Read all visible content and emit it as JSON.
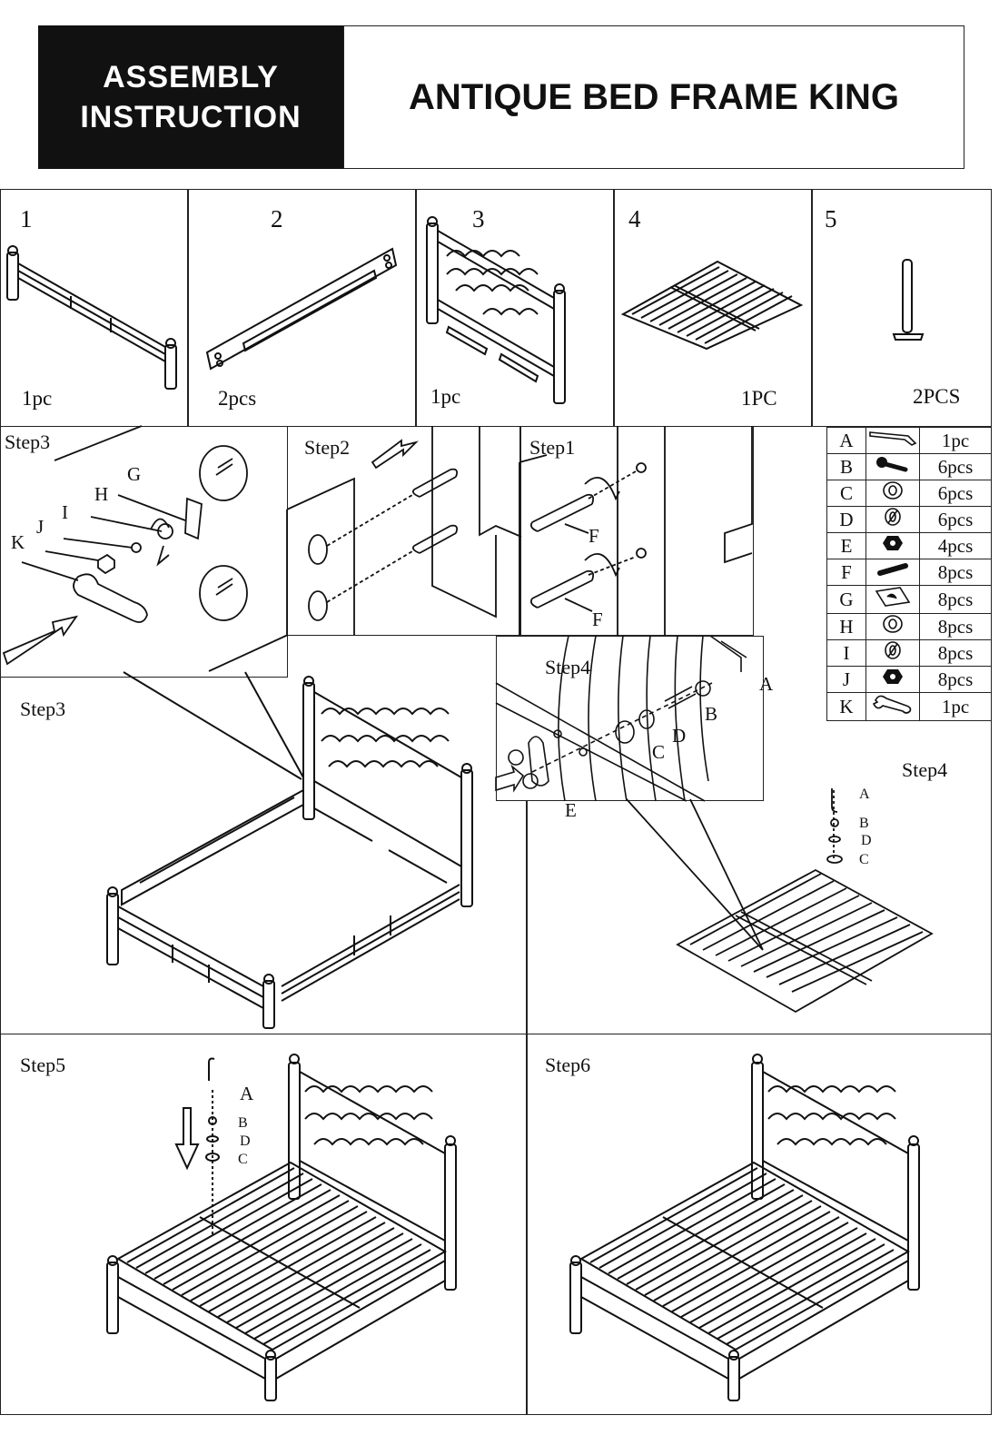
{
  "header": {
    "badge_line1": "ASSEMBLY",
    "badge_line2": "INSTRUCTION",
    "title": "ANTIQUE BED FRAME KING"
  },
  "components": [
    {
      "number": "1",
      "qty": "1pc"
    },
    {
      "number": "2",
      "qty": "2pcs"
    },
    {
      "number": "3",
      "qty": "1pc"
    },
    {
      "number": "4",
      "qty": "1PC"
    },
    {
      "number": "5",
      "qty": "2PCS"
    }
  ],
  "hardware": [
    {
      "letter": "A",
      "qty": "1pc",
      "icon": "allen-key-icon"
    },
    {
      "letter": "B",
      "qty": "6pcs",
      "icon": "bolt-icon"
    },
    {
      "letter": "C",
      "qty": "6pcs",
      "icon": "flat-washer-icon"
    },
    {
      "letter": "D",
      "qty": "6pcs",
      "icon": "spring-washer-icon"
    },
    {
      "letter": "E",
      "qty": "4pcs",
      "icon": "nut-icon"
    },
    {
      "letter": "F",
      "qty": "8pcs",
      "icon": "threaded-rod-icon"
    },
    {
      "letter": "G",
      "qty": "8pcs",
      "icon": "bracket-icon"
    },
    {
      "letter": "H",
      "qty": "8pcs",
      "icon": "flat-washer-icon"
    },
    {
      "letter": "I",
      "qty": "8pcs",
      "icon": "spring-washer-icon"
    },
    {
      "letter": "J",
      "qty": "8pcs",
      "icon": "nut-icon"
    },
    {
      "letter": "K",
      "qty": "1pc",
      "icon": "wrench-icon"
    }
  ],
  "steps": {
    "step1": "Step1",
    "step2": "Step2",
    "step3_detail": "Step3",
    "step3": "Step3",
    "step4_detail": "Step4",
    "step4": "Step4",
    "step5": "Step5",
    "step6": "Step6"
  },
  "callouts": {
    "A": "A",
    "B": "B",
    "C": "C",
    "D": "D",
    "E": "E",
    "F": "F",
    "G": "G",
    "H": "H",
    "I": "I",
    "J": "J",
    "K": "K"
  }
}
